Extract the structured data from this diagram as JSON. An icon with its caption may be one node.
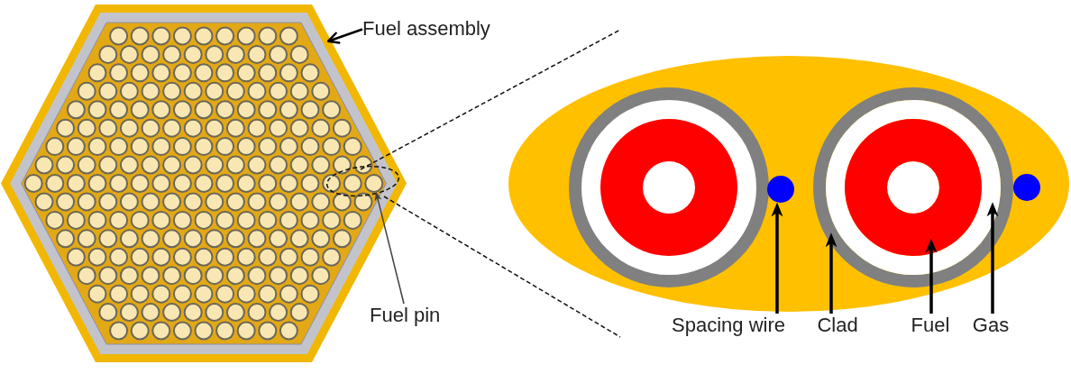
{
  "diagram": {
    "nodes": [
      {
        "text": [],
        "shape": "hexagon"
      },
      {
        "text": [],
        "shape": "circle",
        "in": 0
      },
      {
        "text": [],
        "shape": "circle",
        "in": 0
      },
      {
        "text": [],
        "shape": "circle",
        "in": 0
      },
      {
        "text": [],
        "shape": "circle",
        "in": 0
      },
      {
        "text": [],
        "shape": "circle",
        "in": 0
      },
      {
        "text": [],
        "shape": "circle",
        "in": 0
      },
      {
        "text": [],
        "shape": "circle",
        "in": 0
      },
      {
        "text": [],
        "shape": "circle",
        "in": 0
      },
      {
        "text": [],
        "shape": "circle",
        "in": 0
      },
      {
        "text": [],
        "shape": "circle",
        "in": 0
      },
      {
        "text": [],
        "shape": "circle",
        "in": 0
      },
      {
        "text": [],
        "shape": "circle",
        "in": 0
      },
      {
        "text": [],
        "shape": "circle",
        "in": 0
      },
      {
        "text": [],
        "shape": "circle",
        "in": 0
      },
      {
        "text": [],
        "shape": "circle",
        "in": 0
      },
      {
        "text": [],
        "shape": "circle",
        "in": 0
      },
      {
        "text": [],
        "shape": "circle",
        "in": 0
      },
      {
        "text": [],
        "shape": "circle",
        "in": 0
      },
      {
        "text": [],
        "shape": "circle",
        "in": 0
      },
      {
        "text": [],
        "shape": "circle",
        "in": 0
      },
      {
        "text": [],
        "shape": "circle",
        "in": 0
      },
      {
        "text": [],
        "shape": "circle",
        "in": 0
      },
      {
        "text": [],
        "shape": "circle",
        "in": 0
      },
      {
        "text": [],
        "shape": "circle",
        "in": 0
      },
      {
        "text": [],
        "shape": "circle",
        "in": 0
      },
      {
        "text": [],
        "shape": "circle",
        "in": 0
      },
      {
        "text": [],
        "shape": "circle",
        "in": 0
      },
      {
        "text": [],
        "shape": "circle",
        "in": 0
      },
      {
        "text": [],
        "shape": "circle",
        "in": 0
      },
      {
        "text": [],
        "shape": "circle",
        "in": 0
      },
      {
        "text": [],
        "shape": "circle",
        "in": 0
      },
      {
        "text": [],
        "shape": "circle",
        "in": 0
      },
      {
        "text": [],
        "shape": "circle",
        "in": 0
      },
      {
        "text": [],
        "shape": "circle",
        "in": 0
      },
      {
        "text": [],
        "shape": "circle",
        "in": 0
      },
      {
        "text": [],
        "shape": "circle",
        "in": 0
      },
      {
        "text": [],
        "shape": "circle",
        "in": 0
      },
      {
        "text": [],
        "shape": "circle",
        "in": 0
      },
      {
        "text": [],
        "shape": "circle",
        "in": 0
      },
      {
        "text": [],
        "shape": "circle",
        "in": 0
      },
      {
        "text": [],
        "shape": "circle",
        "in": 0
      },
      {
        "text": [],
        "shape": "circle",
        "in": 0
      },
      {
        "text": [],
        "shape": "circle",
        "in": 0
      },
      {
        "text": [],
        "shape": "circle",
        "in": 0
      },
      {
        "text": [],
        "shape": "circle",
        "in": 0
      },
      {
        "text": [],
        "shape": "circle",
        "in": 0
      },
      {
        "text": [],
        "shape": "circle",
        "in": 0
      },
      {
        "text": [],
        "shape": "circle",
        "in": 0
      },
      {
        "text": [],
        "shape": "circle",
        "in": 0
      },
      {
        "text": [],
        "shape": "circle",
        "in": 0
      },
      {
        "text": [],
        "shape": "circle",
        "in": 0
      },
      {
        "text": [],
        "shape": "circle",
        "in": 0
      },
      {
        "text": [],
        "shape": "circle",
        "in": 0
      },
      {
        "text": [],
        "shape": "circle",
        "in": 0
      },
      {
        "text": [],
        "shape": "circle",
        "in": 0
      },
      {
        "text": [],
        "shape": "circle",
        "in": 0
      },
      {
        "text": [],
        "shape": "circle",
        "in": 0
      },
      {
        "text": [],
        "shape": "circle",
        "in": 0
      },
      {
        "text": [],
        "shape": "circle",
        "in": 0
      },
      {
        "text": [],
        "shape": "circle",
        "in": 0
      },
      {
        "text": [],
        "shape": "circle",
        "in": 0
      },
      {
        "text": [],
        "shape": "circle",
        "in": 0
      },
      {
        "text": [],
        "shape": "circle",
        "in": 0
      },
      {
        "text": [],
        "shape": "circle",
        "in": 0
      },
      {
        "text": [],
        "shape": "circle",
        "in": 0
      },
      {
        "text": [],
        "shape": "circle",
        "in": 0
      },
      {
        "text": [],
        "shape": "circle",
        "in": 0
      },
      {
        "text": [],
        "shape": "circle",
        "in": 0
      },
      {
        "text": [],
        "shape": "circle",
        "in": 0
      },
      {
        "text": [],
        "shape": "circle",
        "in": 0
      },
      {
        "text": [],
        "shape": "circle",
        "in": 0
      },
      {
        "text": [],
        "shape": "circle",
        "in": 0
      },
      {
        "text": [],
        "shape": "circle",
        "in": 0
      },
      {
        "text": [],
        "shape": "circle",
        "in": 0
      },
      {
        "text": [],
        "shape": "circle",
        "in": 0
      },
      {
        "text": [],
        "shape": "circle",
        "in": 0
      },
      {
        "text": [],
        "shape": "circle",
        "in": 0
      },
      {
        "text": [],
        "shape": "circle",
        "in": 0
      },
      {
        "text": [],
        "shape": "circle",
        "in": 0
      },
      {
        "text": [],
        "shape": "circle",
        "in": 0
      },
      {
        "text": [],
        "shape": "circle",
        "in": 0
      },
      {
        "text": [],
        "shape": "circle",
        "in": 0
      },
      {
        "text": [],
        "shape": "circle",
        "in": 0
      },
      {
        "text": [],
        "shape": "circle",
        "in": 0
      },
      {
        "text": [],
        "shape": "circle",
        "in": 0
      },
      {
        "text": [],
        "shape": "circle",
        "in": 0
      },
      {
        "text": [],
        "shape": "circle",
        "in": 0
      },
      {
        "text": [],
        "shape": "circle",
        "in": 0
      },
      {
        "text": [],
        "shape": "circle",
        "in": 0
      },
      {
        "text": [],
        "shape": "circle",
        "in": 0
      },
      {
        "text": [],
        "shape": "circle",
        "in": 0
      },
      {
        "text": [],
        "shape": "circle",
        "in": 0
      },
      {
        "text": [],
        "shape": "circle",
        "in": 0
      },
      {
        "text": [],
        "shape": "circle",
        "in": 0
      },
      {
        "text": [],
        "shape": "circle",
        "in": 0
      },
      {
        "text": [],
        "shape": "circle",
        "in": 0
      },
      {
        "text": [],
        "shape": "circle",
        "in": 0
      },
      {
        "text": [],
        "shape": "circle",
        "in": 0
      },
      {
        "text": [],
        "shape": "circle",
        "in": 0
      },
      {
        "text": [],
        "shape": "circle",
        "in": 0
      },
      {
        "text": [],
        "shape": "circle",
        "in": 0
      },
      {
        "text": [],
        "shape": "circle",
        "in": 0
      },
      {
        "text": [],
        "shape": "circle",
        "in": 0
      },
      {
        "text": [],
        "shape": "circle",
        "in": 0
      },
      {
        "text": [],
        "shape": "circle",
        "in": 0
      },
      {
        "text": [],
        "shape": "circle",
        "in": 0
      },
      {
        "text": [],
        "shape": "circle",
        "in": 0
      },
      {
        "text": [],
        "shape": "circle",
        "in": 0
      },
      {
        "text": [],
        "shape": "circle",
        "in": 0
      },
      {
        "text": [],
        "shape": "circle",
        "in": 0
      },
      {
        "text": [],
        "shape": "circle",
        "in": 0
      },
      {
        "text": [],
        "shape": "circle",
        "in": 0
      },
      {
        "text": [],
        "shape": "circle",
        "in": 0
      },
      {
        "text": [],
        "shape": "circle",
        "in": 0
      },
      {
        "text": [],
        "shape": "circle",
        "in": 0
      },
      {
        "text": [],
        "shape": "circle",
        "in": 0
      },
      {
        "text": [],
        "shape": "circle",
        "in": 0
      },
      {
        "text": [],
        "shape": "circle",
        "in": 0
      },
      {
        "text": [],
        "shape": "circle",
        "in": 0
      },
      {
        "text": [],
        "shape": "circle",
        "in": 0
      },
      {
        "text": [],
        "shape": "circle",
        "in": 0
      },
      {
        "text": [],
        "shape": "circle",
        "in": 0
      },
      {
        "text": [],
        "shape": "circle",
        "in": 0
      },
      {
        "text": [],
        "shape": "circle",
        "in": 0
      },
      {
        "text": [],
        "shape": "circle",
        "in": 0
      },
      {
        "text": [],
        "shape": "circle",
        "in": 0
      },
      {
        "text": [],
        "shape": "circle",
        "in": 0
      },
      {
        "text": [],
        "shape": "circle",
        "in": 0
      },
      {
        "text": [],
        "shape": "circle",
        "in": 0
      },
      {
        "text": [],
        "shape": "circle",
        "in": 0
      },
      {
        "text": [],
        "shape": "circle",
        "in": 0
      },
      {
        "text": [],
        "shape": "circle",
        "in": 0
      },
      {
        "text": [],
        "shape": "circle",
        "in": 0
      },
      {
        "text": [],
        "shape": "circle",
        "in": 0
      },
      {
        "text": [],
        "shape": "circle",
        "in": 0
      },
      {
        "text": [],
        "shape": "circle",
        "in": 0
      },
      {
        "text": [],
        "shape": "circle",
        "in": 0
      },
      {
        "text": [],
        "shape": "circle",
        "in": 0
      },
      {
        "text": [],
        "shape": "circle",
        "in": 0
      },
      {
        "text": [],
        "shape": "circle",
        "in": 0
      },
      {
        "text": [],
        "shape": "circle",
        "in": 0
      },
      {
        "text": [],
        "shape": "circle",
        "in": 0
      },
      {
        "text": [],
        "shape": "circle",
        "in": 0
      },
      {
        "text": [],
        "shape": "circle",
        "in": 0
      },
      {
        "text": [],
        "shape": "circle",
        "in": 0
      },
      {
        "text": [],
        "shape": "circle",
        "in": 0
      },
      {
        "text": [],
        "shape": "circle",
        "in": 0
      },
      {
        "text": [],
        "shape": "circle",
        "in": 0
      },
      {
        "text": [],
        "shape": "circle",
        "in": 0
      },
      {
        "text": [],
        "shape": "circle",
        "in": 0
      },
      {
        "text": [],
        "shape": "circle",
        "in": 0
      },
      {
        "text": [],
        "shape": "circle",
        "in": 0
      },
      {
        "text": [],
        "shape": "circle",
        "in": 0
      },
      {
        "text": [],
        "shape": "circle",
        "in": 0
      },
      {
        "text": [],
        "shape": "circle",
        "in": 0
      },
      {
        "text": [],
        "shape": "circle",
        "in": 0
      },
      {
        "text": [],
        "shape": "circle",
        "in": 0
      },
      {
        "text": [],
        "shape": "circle",
        "in": 0
      },
      {
        "text": [],
        "shape": "circle",
        "in": 0
      },
      {
        "text": [],
        "shape": "circle",
        "in": 0
      },
      {
        "text": [],
        "shape": "circle",
        "in": 0
      },
      {
        "text": [],
        "shape": "circle",
        "in": 0
      },
      {
        "text": [],
        "shape": "circle",
        "in": 0
      },
      {
        "text": [],
        "shape": "circle",
        "in": 0
      },
      {
        "text": [],
        "shape": "circle",
        "in": 0
      },
      {
        "text": [],
        "shape": "circle",
        "in": 0
      },
      {
        "text": [],
        "shape": "circle",
        "in": 0
      },
      {
        "text": [],
        "shape": "circle",
        "in": 0
      },
      {
        "text": [],
        "shape": "circle",
        "in": 0
      },
      {
        "text": [],
        "shape": "circle",
        "in": 0
      },
      {
        "text": [],
        "shape": "circle",
        "in": 0
      },
      {
        "text": [],
        "shape": "circle",
        "in": 0
      },
      {
        "text": [],
        "shape": "circle",
        "in": 0
      },
      {
        "text": [],
        "shape": "circle",
        "in": 0
      },
      {
        "text": [],
        "shape": "circle",
        "in": 0
      },
      {
        "text": [],
        "shape": "circle",
        "in": 0
      },
      {
        "text": [],
        "shape": "circle",
        "in": 0
      },
      {
        "text": [],
        "shape": "circle",
        "in": 0
      },
      {
        "text": [],
        "shape": "circle",
        "in": 0
      },
      {
        "text": [],
        "shape": "circle",
        "in": 0
      },
      {
        "text": [],
        "shape": "circle",
        "in": 0
      },
      {
        "text": [],
        "shape": "circle",
        "in": 0
      },
      {
        "text": [],
        "shape": "circle",
        "in": 0
      },
      {
        "text": [],
        "shape": "circle",
        "in": 0
      },
      {
        "text": [],
        "shape": "circle",
        "in": 0
      },
      {
        "text": [],
        "shape": "circle",
        "in": 0
      },
      {
        "text": [],
        "shape": "circle",
        "in": 0
      },
      {
        "text": [],
        "shape": "circle",
        "in": 0
      },
      {
        "text": [],
        "shape": "circle",
        "in": 0
      },
      {
        "text": [],
        "shape": "circle",
        "in": 0
      },
      {
        "text": [],
        "shape": "circle",
        "in": 0
      },
      {
        "text": [],
        "shape": "circle",
        "in": 0
      },
      {
        "text": [],
        "shape": "circle",
        "in": 0
      },
      {
        "text": [],
        "shape": "circle",
        "in": 0
      },
      {
        "text": [],
        "shape": "circle",
        "in": 0
      },
      {
        "text": [],
        "shape": "circle",
        "in": 0
      },
      {
        "text": [],
        "shape": "circle",
        "in": 0
      },
      {
        "text": [],
        "shape": "circle",
        "in": 0
      },
      {
        "text": [],
        "shape": "circle",
        "in": 0
      },
      {
        "text": [],
        "shape": "circle",
        "in": 0
      },
      {
        "text": [],
        "shape": "circle",
        "in": 0
      },
      {
        "text": [],
        "shape": "circle",
        "in": 0
      },
      {
        "text": [],
        "shape": "circle",
        "in": 0
      },
      {
        "text": [],
        "shape": "circle",
        "in": 0
      },
      {
        "text": [],
        "shape": "circle",
        "in": 0
      },
      {
        "text": [],
        "shape": "circle",
        "in": 0
      },
      {
        "text": [],
        "shape": "circle",
        "in": 0
      },
      {
        "text": [],
        "shape": "circle",
        "in": 0
      },
      {
        "text": [],
        "shape": "circle",
        "in": 0
      },
      {
        "text": [],
        "shape": "circle",
        "in": 0
      },
      {
        "text": [],
        "shape": "circle",
        "in": 0
      },
      {
        "text": [],
        "shape": "circle",
        "in": 0
      },
      {
        "text": [],
        "shape": "circle",
        "in": 0
      },
      {
        "text": [],
        "shape": "circle",
        "in": 0
      },
      {
        "text": [],
        "shape": "circle",
        "in": 0
      },
      {
        "text": [],
        "shape": "circle",
        "in": 0
      },
      {
        "text": [],
        "shape": "circle",
        "in": 0
      },
      {
        "text": [
          "Fuel assembly"
        ]
      },
      {
        "text": [
          "Fuel pin"
        ]
      },
      {
        "text": [],
        "shape": "circle"
      },
      {
        "text": [],
        "shape": "ring"
      },
      {
        "text": [],
        "shape": "ring",
        "in": 221
      },
      {
        "text": [],
        "shape": "ring",
        "in": 222
      },
      {
        "text": [],
        "shape": "circle"
      },
      {
        "text": [
          "Spacing wire"
        ]
      },
      {
        "text": [
          "Clad"
        ]
      },
      {
        "text": [
          "Fuel"
        ]
      },
      {
        "text": [
          "Gas"
        ]
      }
    ],
    "edges": [
      {
        "from": 218,
        "to": 0,
        "arrow": "to"
      },
      {
        "from": 219,
        "to": 117,
        "arrow": "to",
        "color": "#404040"
      },
      {
        "from": 225,
        "to": 220,
        "arrow": "to"
      },
      {
        "from": 226,
        "to": 221,
        "arrow": "to"
      },
      {
        "from": 227,
        "to": 223,
        "arrow": "to"
      },
      {
        "from": 228,
        "to": 222,
        "arrow": "to"
      }
    ]
  }
}
